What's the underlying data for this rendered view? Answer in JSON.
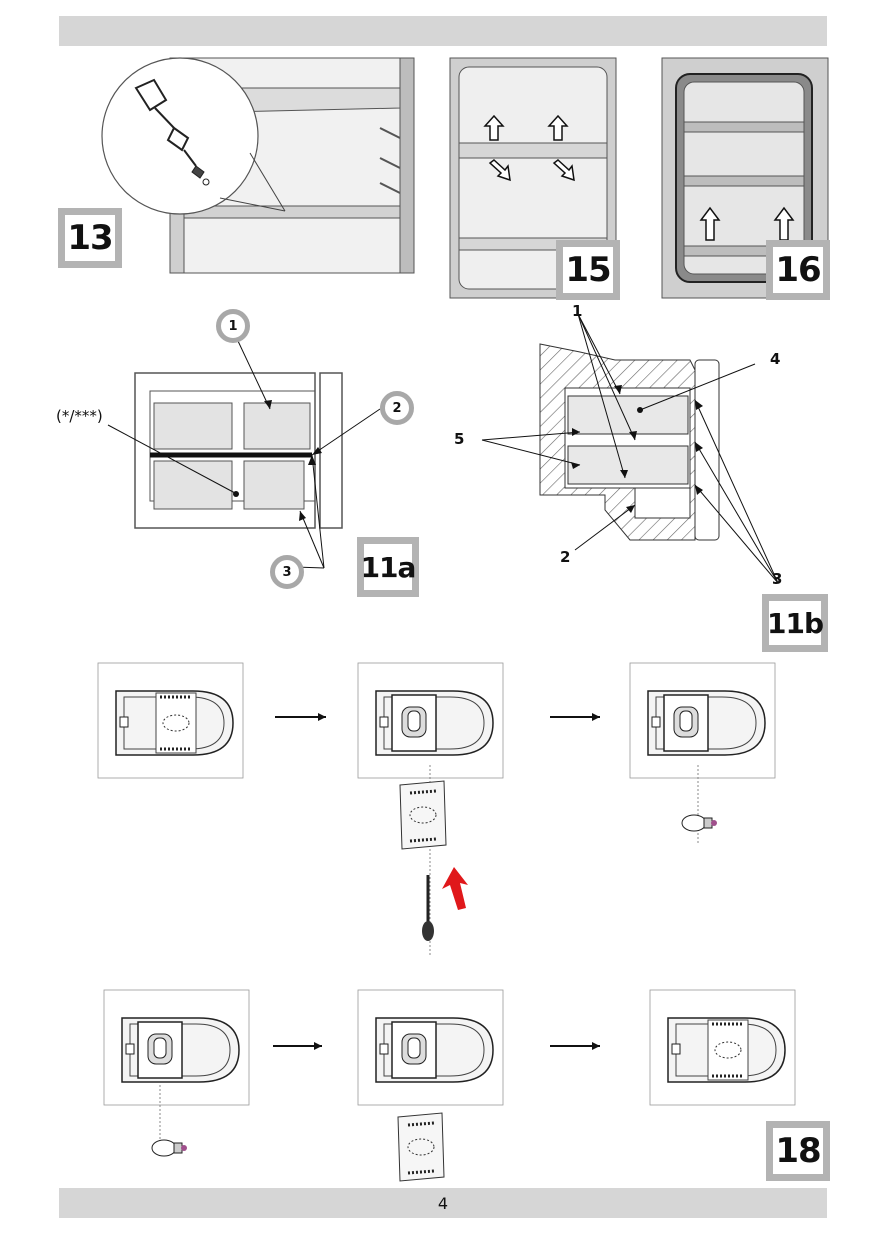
{
  "footer": {
    "page_number": "4"
  },
  "figures": {
    "fig13": {
      "label": "13"
    },
    "fig15": {
      "label": "15"
    },
    "fig16": {
      "label": "16"
    },
    "fig11a": {
      "label": "11a",
      "callouts": [
        "1",
        "2",
        "3"
      ],
      "note": "(*/***)"
    },
    "fig11b": {
      "label": "11b",
      "callouts": [
        "1",
        "4",
        "5",
        "2",
        "3"
      ]
    },
    "fig18": {
      "label": "18"
    }
  },
  "colors": {
    "bar": "#d6d6d6",
    "badge_border": "#b3b3b3",
    "arrow_red": "#e0181b"
  }
}
